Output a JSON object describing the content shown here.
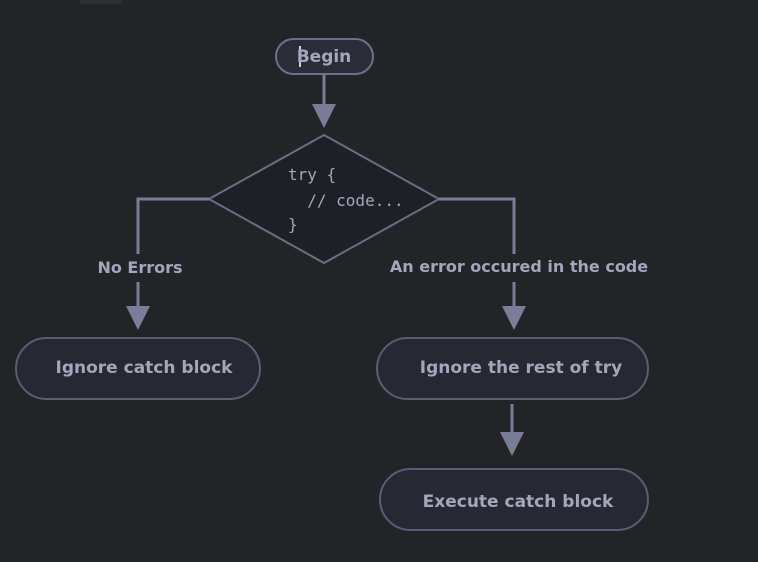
{
  "diagram": {
    "begin": "Begin",
    "decision": {
      "line1": "try {",
      "line2": "  // code...",
      "line3": "}"
    },
    "edges": {
      "no_errors": "No Errors",
      "error": "An error occured in the code"
    },
    "nodes": {
      "ignore_catch": "Ignore catch block",
      "ignore_rest": "Ignore the rest of try",
      "execute_catch": "Execute catch block"
    }
  }
}
